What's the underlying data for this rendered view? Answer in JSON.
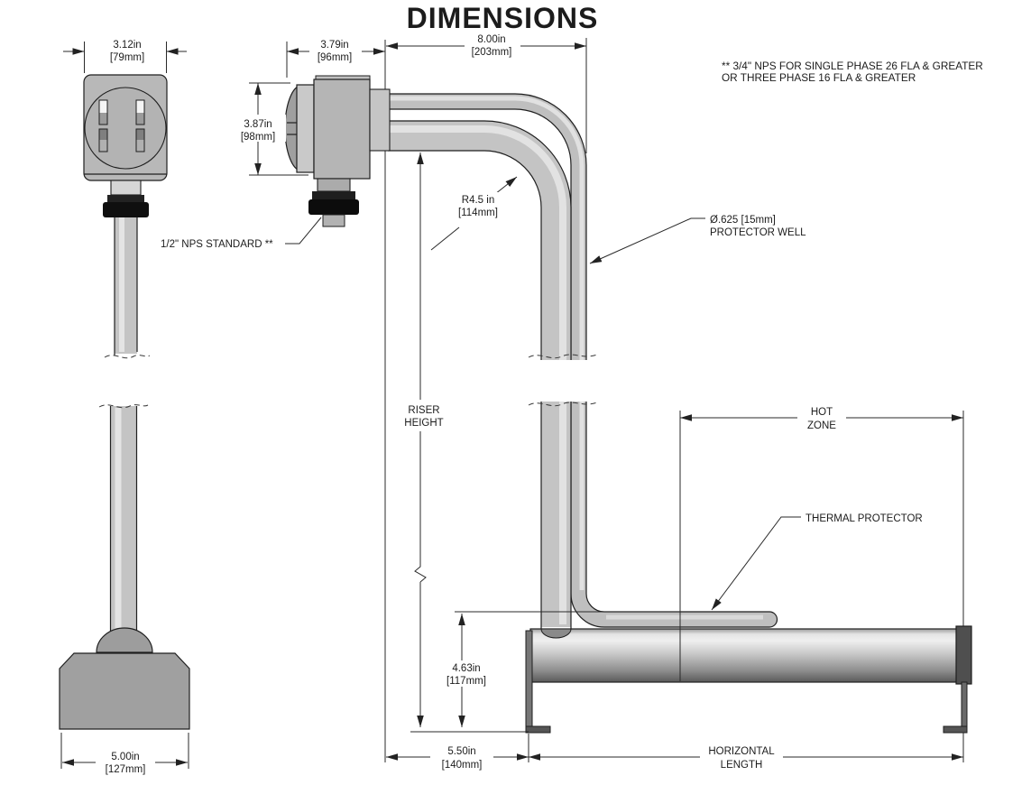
{
  "title": "DIMENSIONS",
  "note": {
    "line1": "** 3/4\" NPS FOR SINGLE PHASE 26 FLA & GREATER",
    "line2": "OR THREE PHASE 16 FLA  & GREATER"
  },
  "labels": {
    "nps": "1/2\" NPS STANDARD **",
    "protector_dia": "Ø.625 [15mm]",
    "protector_well": "PROTECTOR WELL",
    "riser1": "RISER",
    "riser2": "HEIGHT",
    "hot1": "HOT",
    "hot2": "ZONE",
    "thermal": "THERMAL PROTECTOR",
    "horizontal1": "HORIZONTAL",
    "horizontal2": "LENGTH"
  },
  "dimensions": {
    "front_width": {
      "in": "3.12in",
      "mm": "[79mm]"
    },
    "box_depth": {
      "in": "3.79in",
      "mm": "[96mm]"
    },
    "top_run": {
      "in": "8.00in",
      "mm": "[203mm]"
    },
    "box_height": {
      "in": "3.87in",
      "mm": "[98mm]"
    },
    "bend_radius": {
      "in": "R4.5 in",
      "mm": "[114mm]"
    },
    "protector_offset": {
      "in": "4.63in",
      "mm": "[117mm]"
    },
    "riser_offset": {
      "in": "5.50in",
      "mm": "[140mm]"
    },
    "base_width": {
      "in": "5.00in",
      "mm": "[127mm]"
    }
  },
  "colors": {
    "metal_mid": "#c2c2c2",
    "metal_dark": "#5a5a5a",
    "fitting_black": "#0d0d0d",
    "line": "#2a2a2a"
  }
}
